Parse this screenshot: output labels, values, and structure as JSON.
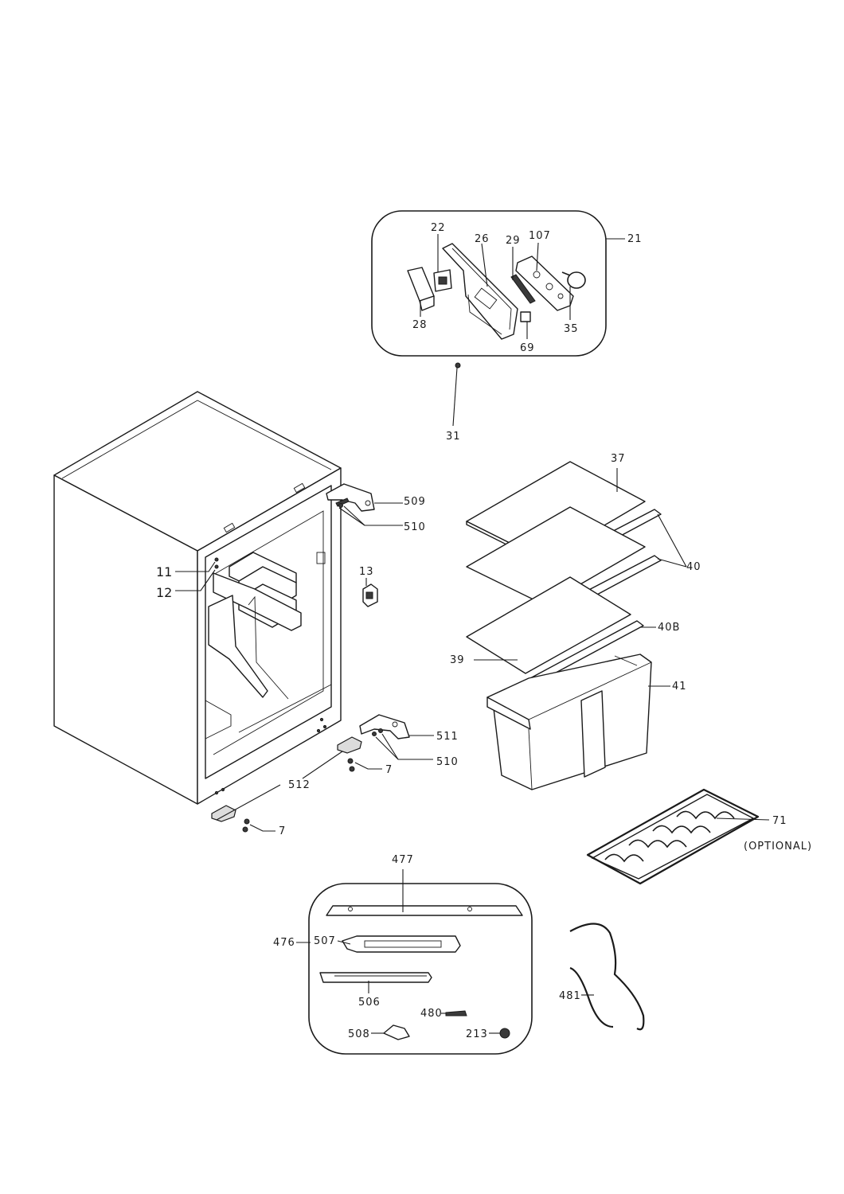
{
  "labels": {
    "l21": "21",
    "l22": "22",
    "l26": "26",
    "l29": "29",
    "l107": "107",
    "l28": "28",
    "l69": "69",
    "l35": "35",
    "l31": "31",
    "l37": "37",
    "l40": "40",
    "l40b": "40B",
    "l39": "39",
    "l41": "41",
    "l509": "509",
    "l510a": "510",
    "l510b": "510",
    "l511": "511",
    "l11": "11",
    "l12": "12",
    "l13": "13",
    "l512": "512",
    "l7a": "7",
    "l7b": "7",
    "l71": "71",
    "optional": "(OPTIONAL)",
    "l477": "477",
    "l476": "476",
    "l507": "507",
    "l506": "506",
    "l480": "480",
    "l508": "508",
    "l213": "213",
    "l481": "481"
  },
  "icons": {
    "cabinet": "fridge-cabinet-icon",
    "control_panel": "control-panel-icon",
    "shelves": "glass-shelf-icon",
    "drawer": "crisper-drawer-icon",
    "wine_rack": "wine-rack-icon",
    "gasket": "door-gasket-icon",
    "fixing_kit": "door-fixing-kit-icon",
    "hinge": "hinge-icon",
    "screw": "screw-icon"
  },
  "colors": {
    "ink": "#1a1a1a",
    "paper": "#ffffff",
    "fill": "#dcdcdc"
  }
}
